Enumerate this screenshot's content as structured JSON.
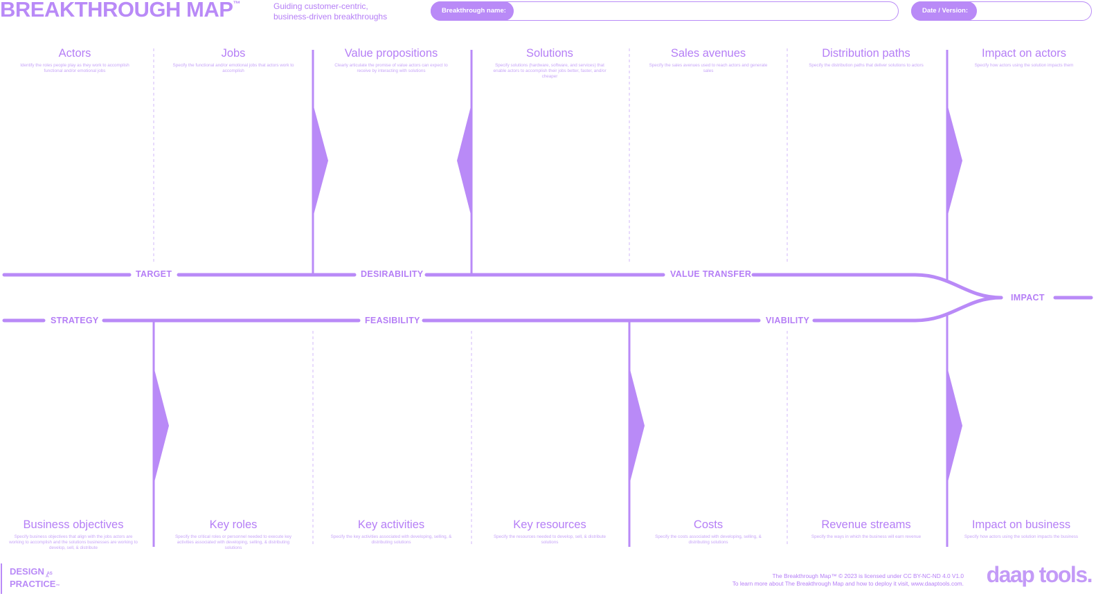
{
  "header": {
    "title": "BREAKTHROUGH MAP",
    "title_mark": "™",
    "subtitle_line1": "Guiding customer-centric,",
    "subtitle_line2": "business-driven breakthroughs",
    "breakthrough_name_label": "Breakthrough name:",
    "breakthrough_name_value": "",
    "date_version_label": "Date / Version:",
    "date_version_value": ""
  },
  "top_columns": [
    {
      "title": "Actors",
      "description": "Identify the roles people play as they work to accomplish functional and/or emotional jobs"
    },
    {
      "title": "Jobs",
      "description": "Specify the functional and/or emotional jobs that actors work to accomplish"
    },
    {
      "title": "Value propositions",
      "description": "Clearly articulate the promise of value actors can expect to receive by interacting with solutions"
    },
    {
      "title": "Solutions",
      "description": "Specify solutions (hardware, software, and services) that enable actors to accomplish their jobs better, faster, and/or cheaper"
    },
    {
      "title": "Sales avenues",
      "description": "Specify the sales avenues used to reach actors and generate sales"
    },
    {
      "title": "Distribution paths",
      "description": "Specify the distribution paths that deliver solutions to actors"
    },
    {
      "title": "Impact on actors",
      "description": "Specify how actors using the solution impacts them"
    }
  ],
  "bottom_columns": [
    {
      "title": "Business objectives",
      "description": "Specify business objectives that align with the jobs actors are working to accomplish and the solutions businesses are working to develop, sell, & distribute"
    },
    {
      "title": "Key roles",
      "description": "Specify the critical roles or personnel needed to execute key activities associated with developing, selling, & distributing solutions"
    },
    {
      "title": "Key activities",
      "description": "Specify the key activities associated with developing, selling, & distributing solutions"
    },
    {
      "title": "Key resources",
      "description": "Specify the resources needed to develop, sell, & distribute solutions"
    },
    {
      "title": "Costs",
      "description": "Specify the costs associated with developing, selling, & distributing solutions"
    },
    {
      "title": "Revenue streams",
      "description": "Specify the ways in which the business will earn revenue"
    },
    {
      "title": "Impact on business",
      "description": "Specify how actors using the solution impacts the business"
    }
  ],
  "spine_labels": {
    "target": "TARGET",
    "desirability": "DESIRABILITY",
    "value_transfer": "VALUE TRANSFER",
    "strategy": "STRATEGY",
    "feasibility": "FEASIBILITY",
    "viability": "VIABILITY",
    "impact": "IMPACT"
  },
  "footer": {
    "logo_line1": "DESIGN",
    "logo_as": "AS",
    "logo_a": "A",
    "logo_line2": "PRACTICE",
    "logo_tm": "™",
    "license_line1": "The Breakthrough Map™ © 2023 is licensed under CC BY-NC-ND 4.0 V1.0",
    "license_line2": "To learn more about The Breakthrough Map and how to deploy it visit, www.daaptools.com.",
    "brand": "daap tools."
  },
  "colors": {
    "accent": "#b98af7",
    "text": "#b57ef6",
    "description": "#c7a5f8",
    "divider": "#d9c3fb"
  }
}
